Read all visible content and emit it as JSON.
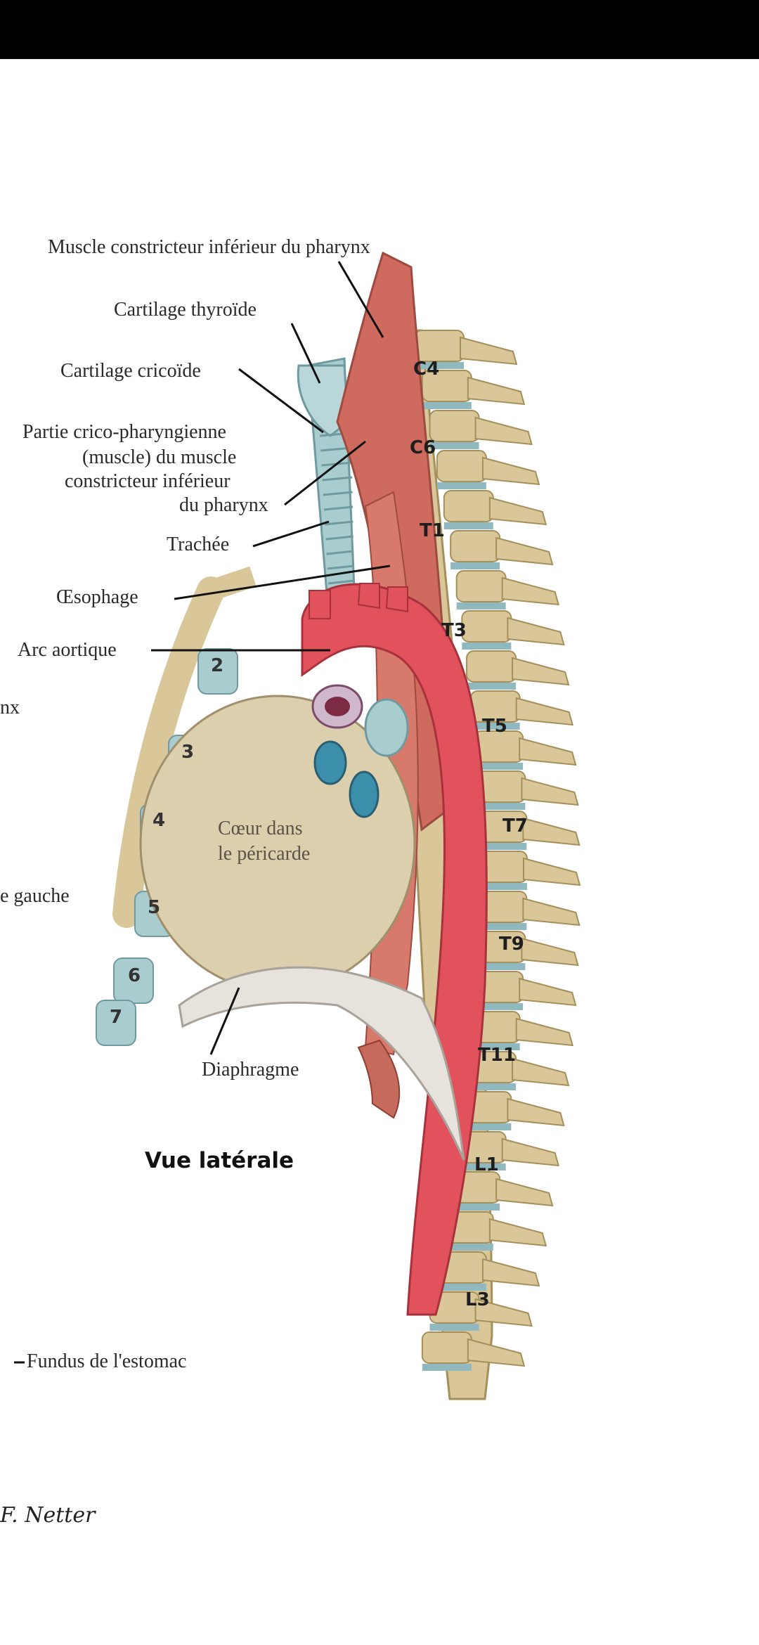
{
  "labels": {
    "muscle_constricteur": "Muscle constricteur inférieur du pharynx",
    "cartilage_thyroide": "Cartilage thyroïde",
    "cartilage_cricoide": "Cartilage cricoïde",
    "cricopharyngienne_1": "Partie crico-pharyngienne",
    "cricopharyngienne_2": "(muscle) du muscle",
    "cricopharyngienne_3": "constricteur inférieur",
    "cricopharyngienne_4": "du pharynx",
    "trachee": "Trachée",
    "oesophage": "Œsophage",
    "arc_aortique": "Arc aortique",
    "coeur_1": "Cœur dans",
    "coeur_2": "le péricarde",
    "diaphragme": "Diaphragme",
    "fundus": "Fundus de l'estomac",
    "cut_left_nx": "nx",
    "cut_left_gauche": "e gauche"
  },
  "vertebrae": [
    "C4",
    "C6",
    "T1",
    "T3",
    "T5",
    "T7",
    "T9",
    "T11",
    "L1",
    "L3"
  ],
  "ribs": [
    "2",
    "3",
    "4",
    "5",
    "6",
    "7"
  ],
  "view_title": "Vue latérale",
  "signature": "F. Netter",
  "colors": {
    "bone": "#d9c79a",
    "disc": "#8fb9bf",
    "aorta": "#e2525d",
    "muscle": "#cf6b5e",
    "heart": "#dccfae",
    "cartilage": "#a9cdcf"
  }
}
